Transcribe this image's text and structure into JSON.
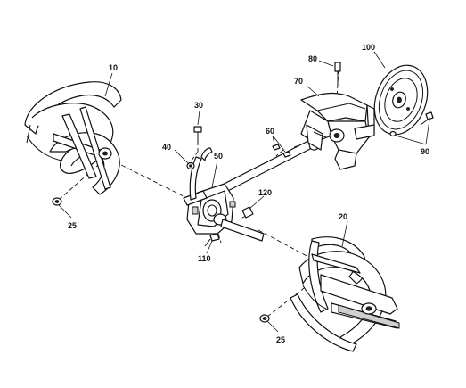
{
  "labels": {
    "p10": "10",
    "p20": "20",
    "p25a": "25",
    "p25b": "25",
    "p30": "30",
    "p40": "40",
    "p50": "50",
    "p60": "60",
    "p70": "70",
    "p80": "80",
    "p90": "90",
    "p100": "100",
    "p110": "110",
    "p120": "120"
  }
}
